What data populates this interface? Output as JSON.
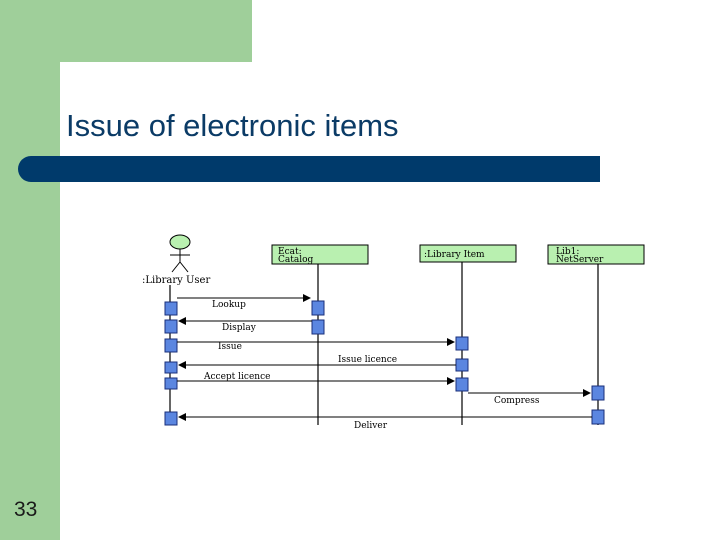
{
  "slide": {
    "title": "Issue of electronic items",
    "number": "33"
  },
  "diagram": {
    "actor": ":Library User",
    "objects": [
      {
        "line1": "Ecat:",
        "line2": "Catalog"
      },
      {
        "line1": ":Library Item",
        "line2": ""
      },
      {
        "line1": "Lib1:",
        "line2": "NetServer"
      }
    ],
    "messages": [
      "Lookup",
      "Display",
      "Issue",
      "Issue licence",
      "Accept licence",
      "Compress",
      "Deliver"
    ]
  },
  "colors": {
    "green": "#9fcf9a",
    "bar": "#003a6b",
    "title": "#0b3b66",
    "object_box": "#b9f0b0",
    "activation": "#5b86e0"
  }
}
